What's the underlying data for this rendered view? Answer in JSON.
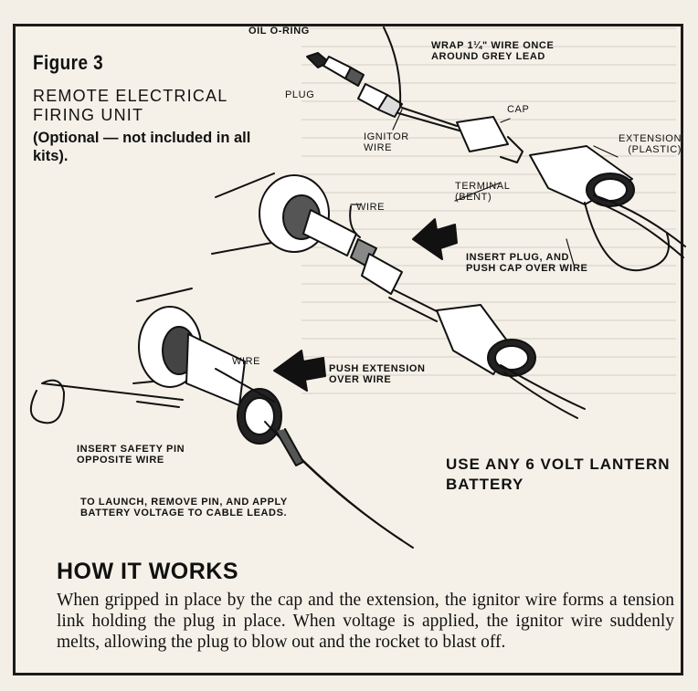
{
  "figure": {
    "title": "Figure 3",
    "subtitle": "REMOTE ELECTRICAL FIRING UNIT",
    "note": "(Optional — not included in all kits)."
  },
  "labels": {
    "oil_oring": "OIL O-RING",
    "wrap_wire": "WRAP 1¼\" WIRE ONCE AROUND GREY LEAD",
    "plug": "PLUG",
    "cap": "CAP",
    "ignitor_wire": "IGNITOR WIRE",
    "extension": "EXTENSION (PLASTIC)",
    "terminal": "TERMINAL (BENT)",
    "wire_upper": "WIRE",
    "insert_plug": "INSERT PLUG, AND PUSH CAP OVER WIRE",
    "wire_lower": "WIRE",
    "push_extension": "PUSH EXTENSION OVER WIRE",
    "safety_pin": "INSERT SAFETY PIN OPPOSITE WIRE",
    "launch": "TO LAUNCH, REMOVE PIN, AND APPLY BATTERY VOLTAGE TO CABLE LEADS."
  },
  "battery_note": "USE ANY 6 VOLT LANTERN BATTERY",
  "how_it_works": {
    "title": "HOW IT WORKS",
    "body": "When gripped in place by the cap and the extension, the ignitor wire forms a tension link holding the plug in place. When voltage is applied, the ignitor wire suddenly melts, allowing the plug to blow out and the rocket to blast off."
  },
  "colors": {
    "ink": "#111111",
    "paper": "#f5f1e8",
    "frame": "#1b1b1b"
  }
}
